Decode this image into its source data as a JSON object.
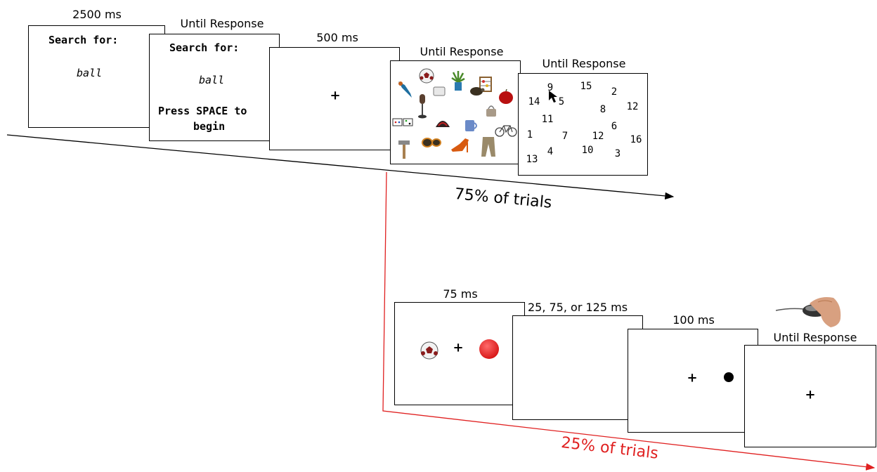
{
  "top_sequence": {
    "frame1": {
      "duration": "2500 ms",
      "line1": "Search for:",
      "target": "ball"
    },
    "frame2": {
      "duration": "Until Response",
      "line1": "Search for:",
      "target": "ball",
      "line3": "Press SPACE to",
      "line4": "begin"
    },
    "frame3": {
      "duration": "500 ms",
      "fixation": "+"
    },
    "frame4": {
      "duration": "Until Response"
    },
    "frame5": {
      "duration": "Until Response",
      "numbers": [
        "9",
        "15",
        "14",
        "5",
        "2",
        "8",
        "12",
        "11",
        "1",
        "7",
        "12",
        "6",
        "16",
        "10",
        "13",
        "4",
        "3"
      ]
    }
  },
  "bottom_sequence": {
    "frame1": {
      "duration": "75 ms",
      "fixation": "+"
    },
    "frame2": {
      "duration": "25, 75, or 125 ms"
    },
    "frame3": {
      "duration": "100 ms",
      "fixation": "+"
    },
    "frame4": {
      "duration": "Until Response",
      "fixation": "+"
    }
  },
  "arrows": {
    "top_label": "75% of trials",
    "bottom_label": "25% of trials",
    "top_color": "#000000",
    "bottom_color": "#e02020"
  }
}
